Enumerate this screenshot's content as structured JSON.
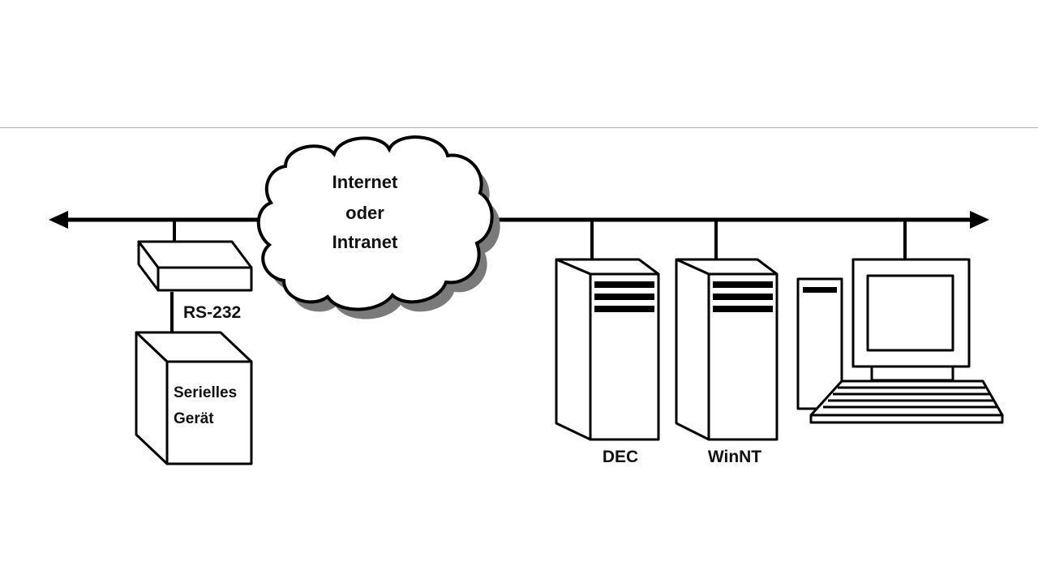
{
  "cloud": {
    "line1": "Internet",
    "line2": "oder",
    "line3": "Intranet"
  },
  "converter": {
    "interface_label": "RS-232"
  },
  "serial_device": {
    "line1": "Serielles",
    "line2": "Gerät"
  },
  "servers": [
    {
      "label": "DEC"
    },
    {
      "label": "WinNT"
    }
  ],
  "colors": {
    "line": "#000000",
    "fill": "#ffffff",
    "shadow": "#808080",
    "divider": "#b0b0b0"
  }
}
